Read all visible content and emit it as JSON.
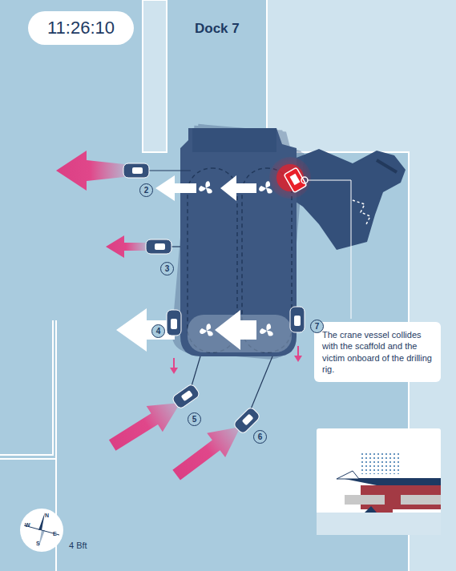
{
  "diagram": {
    "nodes": [
      {
        "text": [
          "11:26:10"
        ]
      },
      {
        "text": [
          "The crane vessel collides with the scaffold and the victim onboard of the drilling rig."
        ]
      }
    ],
    "labels": [
      "Dock 7",
      "2",
      "3",
      "4",
      "5",
      "6",
      "7",
      "N",
      "E",
      "S",
      "W",
      "4 Bft"
    ]
  }
}
